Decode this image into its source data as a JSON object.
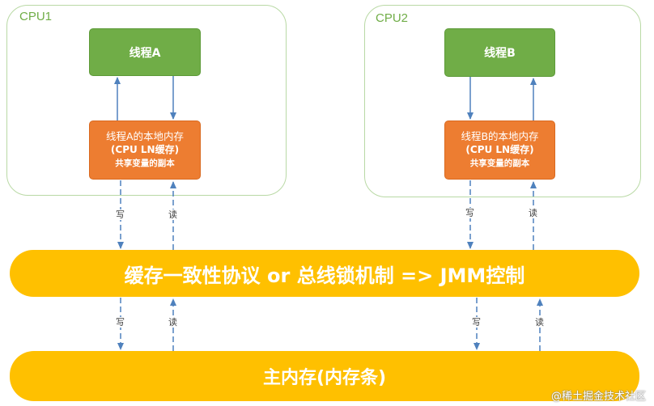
{
  "cpus": [
    {
      "label": "CPU1",
      "thread": "线程A",
      "memory": [
        "线程A的本地内存",
        "(CPU LN缓存)",
        "共享变量的副本"
      ]
    },
    {
      "label": "CPU2",
      "thread": "线程B",
      "memory": [
        "线程B的本地内存",
        "(CPU LN缓存)",
        "共享变量的副本"
      ]
    }
  ],
  "protocol_band": "缓存一致性协议 or 总线锁机制 => JMM控制",
  "main_memory": "主内存(内存条)",
  "write_label": "写",
  "read_label": "读",
  "watermark": "@稀土掘金技术社区",
  "colors": {
    "cpu_border": "#b9d9a5",
    "thread_green": "#70ad47",
    "memory_orange": "#ed7d31",
    "band_yellow": "#ffc000",
    "arrow_blue": "#4f81bd"
  }
}
